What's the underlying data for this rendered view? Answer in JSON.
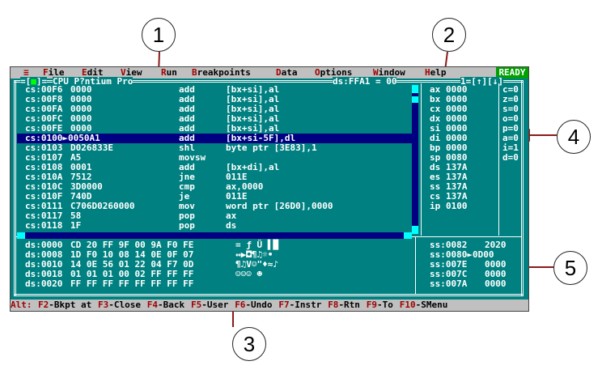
{
  "menubar": {
    "system": "≡",
    "items": [
      "File",
      "Edit",
      "View",
      "Run",
      "Breakpoints",
      "Data",
      "Options",
      "Window",
      "Help"
    ],
    "status": "READY"
  },
  "cpu_window": {
    "title": "CPU P?ntium Pro",
    "location": "ds:FFA1 = 00",
    "regs_title": "1=[↑][↓]",
    "disasm": [
      {
        "addr": "cs:00F6",
        "bytes": "0000",
        "mnem": "add",
        "ops": "[bx+si],al"
      },
      {
        "addr": "cs:00F8",
        "bytes": "0000",
        "mnem": "add",
        "ops": "[bx+si],al"
      },
      {
        "addr": "cs:00FA",
        "bytes": "0000",
        "mnem": "add",
        "ops": "[bx+si],al"
      },
      {
        "addr": "cs:00FC",
        "bytes": "0000",
        "mnem": "add",
        "ops": "[bx+si],al"
      },
      {
        "addr": "cs:00FE",
        "bytes": "0000",
        "mnem": "add",
        "ops": "[bx+si],al"
      },
      {
        "addr": "cs:0100►0050A1",
        "bytes": "",
        "mnem": "add",
        "ops": "[bx+si-5F],dl",
        "selected": true
      },
      {
        "addr": "cs:0103",
        "bytes": "D026833E",
        "mnem": "shl",
        "ops": "byte ptr [3E83],1"
      },
      {
        "addr": "cs:0107",
        "bytes": "A5",
        "mnem": "movsw",
        "ops": ""
      },
      {
        "addr": "cs:0108",
        "bytes": "0001",
        "mnem": "add",
        "ops": "[bx+di],al"
      },
      {
        "addr": "cs:010A",
        "bytes": "7512",
        "mnem": "jne",
        "ops": "011E"
      },
      {
        "addr": "cs:010C",
        "bytes": "3D0000",
        "mnem": "cmp",
        "ops": "ax,0000"
      },
      {
        "addr": "cs:010F",
        "bytes": "740D",
        "mnem": "je",
        "ops": "011E"
      },
      {
        "addr": "cs:0111",
        "bytes": "C706D0260000",
        "mnem": "mov",
        "ops": "word ptr [26D0],0000"
      },
      {
        "addr": "cs:0117",
        "bytes": "58",
        "mnem": "pop",
        "ops": "ax"
      },
      {
        "addr": "cs:0118",
        "bytes": "1F",
        "mnem": "pop",
        "ops": "ds"
      }
    ],
    "registers": [
      {
        "name": "ax",
        "value": "0000"
      },
      {
        "name": "bx",
        "value": "0000"
      },
      {
        "name": "cx",
        "value": "0000"
      },
      {
        "name": "dx",
        "value": "0000"
      },
      {
        "name": "si",
        "value": "0000"
      },
      {
        "name": "di",
        "value": "0000"
      },
      {
        "name": "bp",
        "value": "0000"
      },
      {
        "name": "sp",
        "value": "0080"
      },
      {
        "name": "ds",
        "value": "137A"
      },
      {
        "name": "es",
        "value": "137A"
      },
      {
        "name": "ss",
        "value": "137A"
      },
      {
        "name": "cs",
        "value": "137A"
      },
      {
        "name": "ip",
        "value": "0100"
      }
    ],
    "flags": [
      "c=0",
      "z=0",
      "s=0",
      "o=0",
      "p=0",
      "a=0",
      "i=1",
      "d=0"
    ],
    "dump": [
      {
        "addr": "ds:0000",
        "hex": "CD 20 FF 9F 00 9A F0 FE",
        "ascii": "= ƒ Ü ▌█"
      },
      {
        "addr": "ds:0008",
        "hex": "1D F0 10 08 14 0E 0F 07",
        "ascii": "↔▶◘¶♫☼•"
      },
      {
        "addr": "ds:0010",
        "hex": "14 0E 56 01 22 04 F7 0D",
        "ascii": "¶♫V☺\"♦≈♪"
      },
      {
        "addr": "ds:0018",
        "hex": "01 01 01 00 02 FF FF FF",
        "ascii": "☺☺☺ ☻"
      },
      {
        "addr": "ds:0020",
        "hex": "FF FF FF FF FF FF FF FF",
        "ascii": ""
      }
    ],
    "stack": [
      {
        "addr": "ss:0082",
        "value": "2020"
      },
      {
        "addr": "ss:0080►0D00",
        "value": ""
      },
      {
        "addr": "ss:007E",
        "value": "0000"
      },
      {
        "addr": "ss:007C",
        "value": "0000"
      },
      {
        "addr": "ss:007A",
        "value": "0000"
      }
    ]
  },
  "statusbar": {
    "alt": "Alt:",
    "keys": [
      {
        "key": "F2",
        "label": "-Bkpt at"
      },
      {
        "key": "F3",
        "label": "-Close"
      },
      {
        "key": "F4",
        "label": "-Back"
      },
      {
        "key": "F5",
        "label": "-User"
      },
      {
        "key": "F6",
        "label": "-Undo"
      },
      {
        "key": "F7",
        "label": "-Instr"
      },
      {
        "key": "F8",
        "label": "-Rtn"
      },
      {
        "key": "F9",
        "label": "-To"
      },
      {
        "key": "F10",
        "label": "-SMenu"
      }
    ]
  },
  "callouts": [
    "1",
    "2",
    "3",
    "4",
    "5"
  ]
}
